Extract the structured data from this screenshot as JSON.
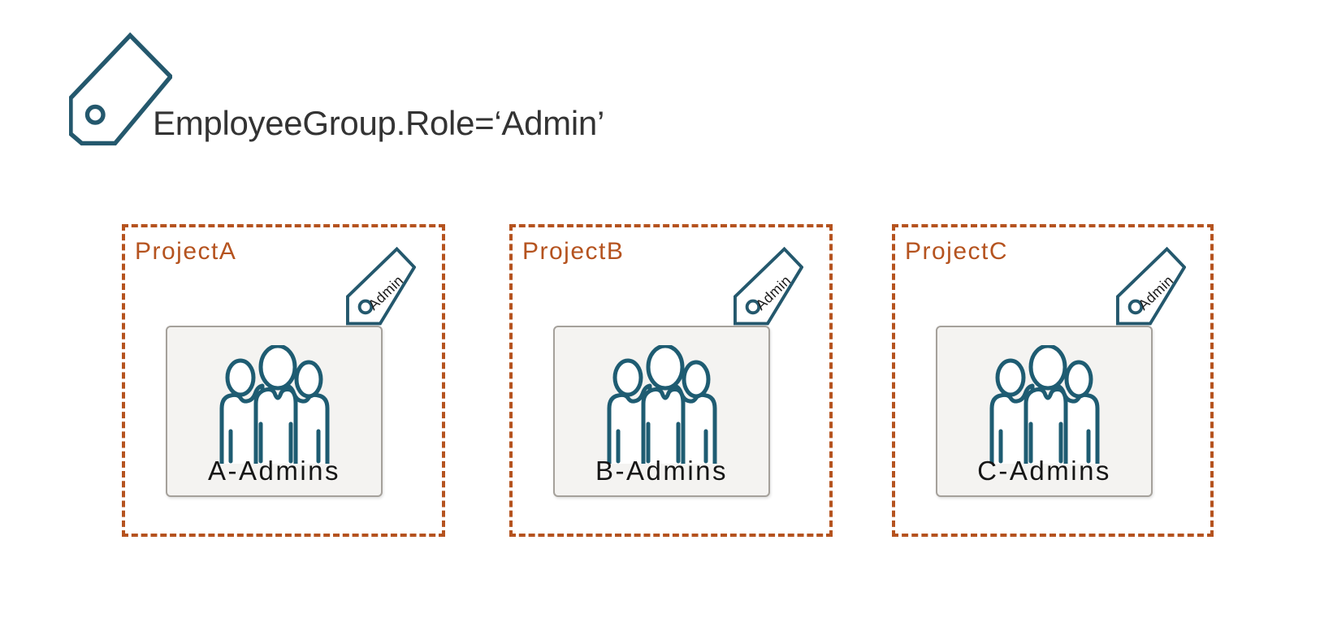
{
  "diagram": {
    "policy_tag": {
      "icon": "tag-icon",
      "label": "EmployeeGroup.Role=‘Admin’"
    },
    "projects": [
      {
        "name": "ProjectA",
        "group_name": "A-Admins",
        "tag": "Admin"
      },
      {
        "name": "ProjectB",
        "group_name": "B-Admins",
        "tag": "Admin"
      },
      {
        "name": "ProjectC",
        "group_name": "C-Admins",
        "tag": "Admin"
      }
    ],
    "icons": {
      "group_icon": "people-group-icon",
      "card_tag_icon": "tag-icon"
    },
    "colors": {
      "tag_teal": "#24586D",
      "people_icon_teal": "#1E5C72",
      "project_rust": "#B5531F",
      "card_background": "#F4F3F1",
      "card_border": "#A5A19B",
      "title_text": "#333333",
      "label_text": "#161616",
      "background": "#FFFFFF"
    }
  }
}
